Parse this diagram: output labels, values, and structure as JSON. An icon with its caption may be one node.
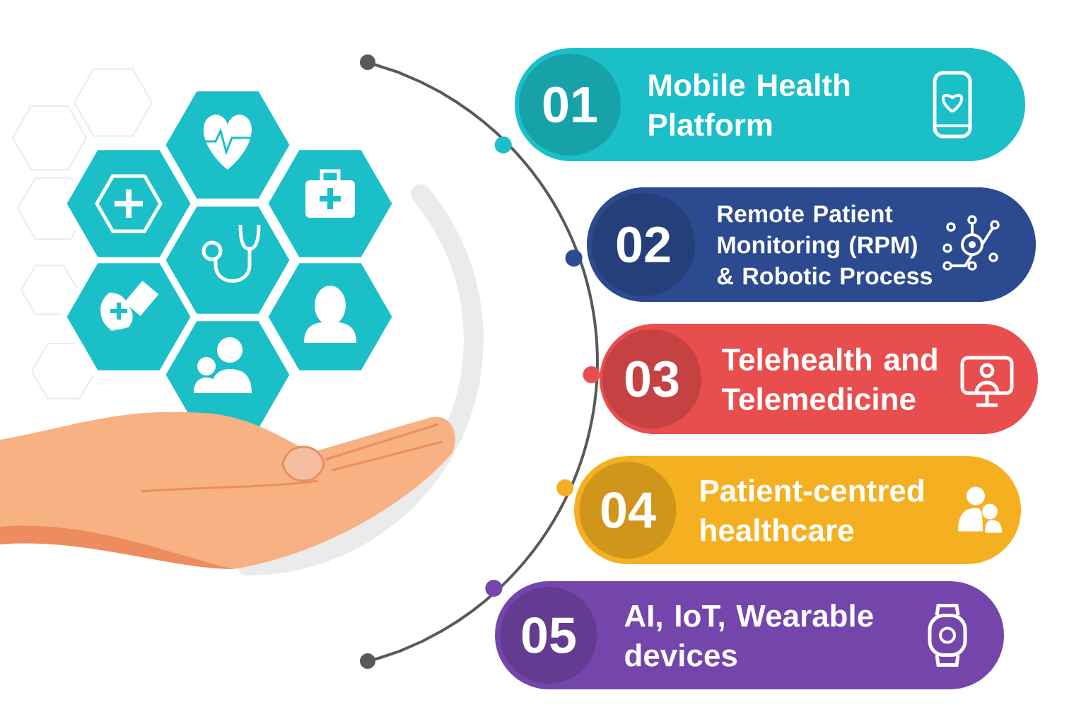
{
  "diagram": {
    "nodes": [
      {
        "text": [
          "01",
          "Mobile Health Platform"
        ]
      },
      {
        "text": [
          "02",
          "Remote Patient Monitoring (RPM) & Robotic Process"
        ]
      },
      {
        "text": [
          "03",
          "Telehealth and Telemedicine"
        ]
      },
      {
        "text": [
          "04",
          "Patient-centred healthcare"
        ]
      },
      {
        "text": [
          "05",
          "AI, IoT, Wearable devices"
        ]
      }
    ]
  }
}
